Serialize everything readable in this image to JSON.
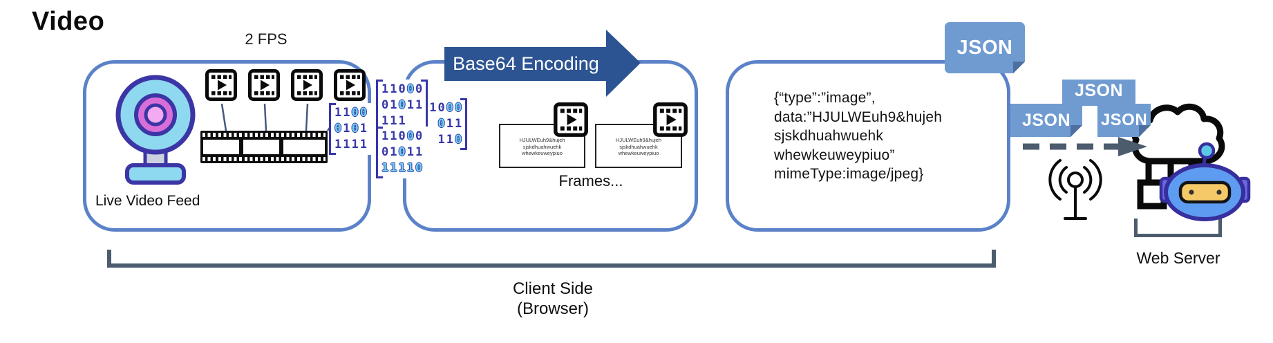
{
  "title": "Video",
  "pipeline": {
    "fps_label": "2 FPS",
    "live_video": {
      "label": "Live Video Feed"
    },
    "encoding_arrow": {
      "label": "Base64 Encoding"
    },
    "binary_blocks": [
      {
        "lines": [
          "1100",
          "0101",
          "1111"
        ],
        "cyan": [
          [
            2,
            3
          ],
          [
            0,
            2
          ],
          []
        ]
      },
      {
        "lines": [
          "11000",
          "01011",
          "111"
        ],
        "cyan": [
          [
            3
          ],
          [
            2
          ],
          []
        ]
      },
      {
        "lines": [
          "11000",
          "011",
          "110"
        ],
        "cyan": [
          [
            3,
            4
          ],
          [
            0
          ],
          [
            2
          ]
        ]
      },
      {
        "lines": [
          "11000",
          "01011",
          "11110"
        ],
        "cyan": [
          [
            3
          ],
          [
            2
          ],
          [
            0,
            1,
            2,
            3,
            4
          ]
        ]
      }
    ],
    "frames": {
      "label": "Frames...",
      "card_lines": [
        "HJULWEuh9&hujeh",
        "sjskdhuahwuehk",
        "whewkeuweypiuo"
      ]
    },
    "json_box": {
      "lines": [
        "{“type”:”image”,",
        "data:”HJULWEuh9&hujeh",
        "sjskdhuahwuehk",
        "whewkeuweypiuo”",
        "mimeType:image/jpeg}"
      ]
    },
    "json_badges": [
      {
        "label": "JSON"
      },
      {
        "label": "JSON"
      },
      {
        "label": "JSON"
      },
      {
        "label": "JSON"
      }
    ]
  },
  "labels": {
    "client_side": [
      "Client Side",
      "(Browser)"
    ],
    "web_server": "Web Server"
  },
  "icons": {
    "webcam": "webcam-icon",
    "video_frame": "video-frame-icon",
    "filmstrip": "filmstrip-icon",
    "antenna": "broadcast-antenna-icon",
    "cloud_server": "cloud-server-icon",
    "robot": "robot-icon"
  },
  "colors": {
    "box_border": "#5b82c8",
    "arrow_fill": "#2d5492",
    "badge_fill": "#6f9bd1",
    "badge_fold": "#4f6f9f",
    "binary_ink": "#3737a9",
    "binary_highlight": "#70d2ee",
    "bracket_gray": "#4c5c6e"
  }
}
